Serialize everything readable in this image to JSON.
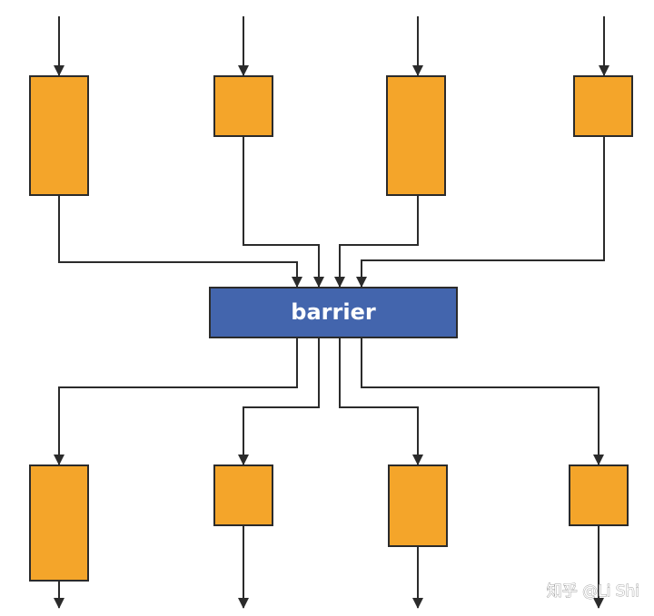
{
  "barrier": {
    "label": "barrier"
  },
  "watermark": {
    "text": "知乎 @Li Shi"
  },
  "colors": {
    "task_fill": "#f4a52a",
    "barrier_fill": "#4365ad",
    "line": "#2b2b2b",
    "label_text": "#ffffff"
  },
  "top_tasks": [
    {
      "id": "top-task-1"
    },
    {
      "id": "top-task-2"
    },
    {
      "id": "top-task-3"
    },
    {
      "id": "top-task-4"
    }
  ],
  "bottom_tasks": [
    {
      "id": "bottom-task-1"
    },
    {
      "id": "bottom-task-2"
    },
    {
      "id": "bottom-task-3"
    },
    {
      "id": "bottom-task-4"
    }
  ]
}
